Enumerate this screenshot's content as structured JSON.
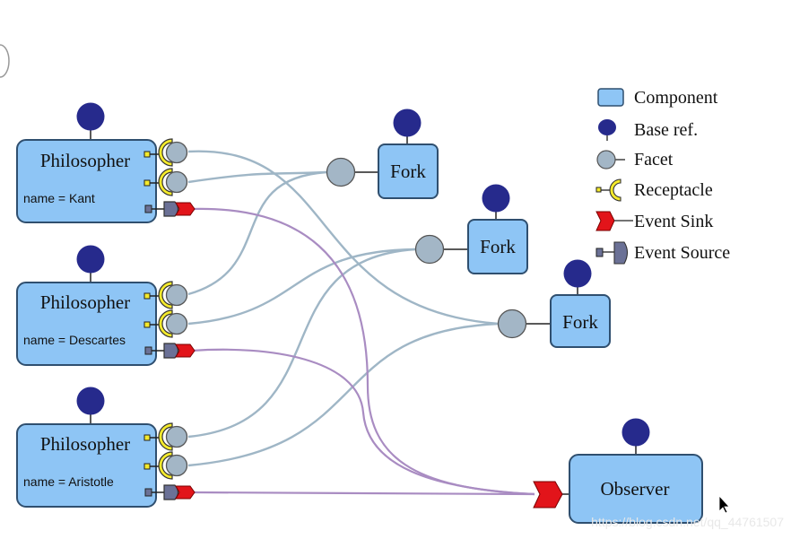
{
  "colors": {
    "component_fill": "#8ec5f5",
    "component_stroke": "#2f4f6f",
    "base_ref": "#262a8c",
    "facet": "#a3b6c6",
    "receptacle": "#f4ea2c",
    "event_sink": "#e2141a",
    "event_source": "#6b7196",
    "facet_wire": "#9fb6c6",
    "event_wire": "#a98cc2"
  },
  "philosophers": [
    {
      "title": "Philosopher",
      "attr": "name = Kant"
    },
    {
      "title": "Philosopher",
      "attr": "name = Descartes"
    },
    {
      "title": "Philosopher",
      "attr": "name = Aristotle"
    }
  ],
  "forks": [
    {
      "title": "Fork"
    },
    {
      "title": "Fork"
    },
    {
      "title": "Fork"
    }
  ],
  "observer": {
    "title": "Observer"
  },
  "legend": [
    {
      "icon": "component-icon",
      "label": "Component"
    },
    {
      "icon": "base-ref-icon",
      "label": "Base ref."
    },
    {
      "icon": "facet-icon",
      "label": "Facet"
    },
    {
      "icon": "receptacle-icon",
      "label": "Receptacle"
    },
    {
      "icon": "event-sink-icon",
      "label": "Event Sink"
    },
    {
      "icon": "event-source-icon",
      "label": "Event Source"
    }
  ],
  "watermark": "https://blog.csdn.net/qq_44761507"
}
